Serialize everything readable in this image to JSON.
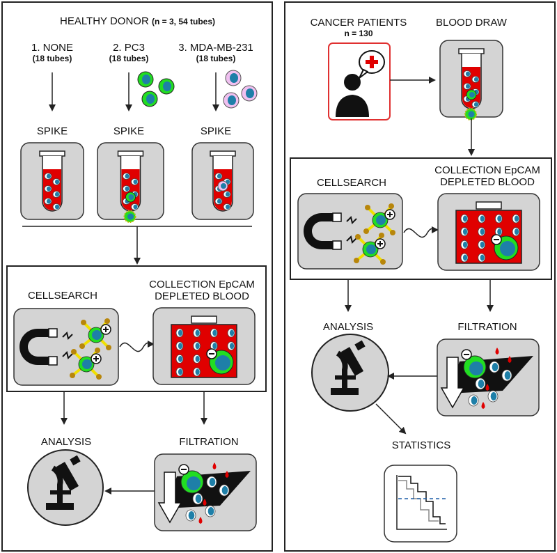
{
  "left": {
    "title": "HEALTHY DONOR",
    "title_suffix": "(n = 3, 54 tubes)",
    "conditions": [
      {
        "name": "1. NONE",
        "tubes": "(18 tubes)"
      },
      {
        "name": "2. PC3",
        "tubes": "(18 tubes)"
      },
      {
        "name": "3. MDA-MB-231",
        "tubes": "(18 tubes)"
      }
    ],
    "spike": "SPIKE",
    "cellsearch": "CELLSEARCH",
    "collection_line1": "COLLECTION EpCAM",
    "collection_line2": "DEPLETED BLOOD",
    "analysis": "ANALYSIS",
    "filtration": "FILTRATION"
  },
  "right": {
    "cancer_patients": "CANCER PATIENTS",
    "n": "n = 130",
    "blood_draw": "BLOOD DRAW",
    "cellsearch": "CELLSEARCH",
    "collection_line1": "COLLECTION EpCAM",
    "collection_line2": "DEPLETED BLOOD",
    "analysis": "ANALYSIS",
    "filtration": "FILTRATION",
    "statistics": "STATISTICS"
  },
  "colors": {
    "blood": "#e00000",
    "green_cell": "#22dd22",
    "pink_cell": "#f0c0f0",
    "nucleus": "#1e7fa8",
    "box_fill": "#d4d4d4",
    "bead": "#b8860b",
    "patient_border": "#e03030"
  }
}
